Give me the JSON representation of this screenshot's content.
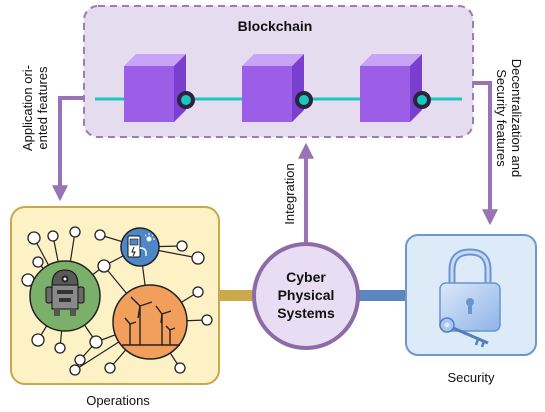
{
  "blockchain": {
    "title": "Blockchain",
    "blocks": [
      "block-1",
      "block-2",
      "block-3"
    ]
  },
  "arrows": {
    "application_line1": "Application ori-",
    "application_line2": "ented features",
    "decentral_line1": "Decentralization and",
    "decentral_line2": "Security features",
    "integration": "Integration"
  },
  "center": {
    "line1": "Cyber",
    "line2": "Physical",
    "line3": "Systems"
  },
  "operations": {
    "label": "Operations"
  },
  "security": {
    "label": "Security"
  },
  "colors": {
    "blockchain_fill": "#e6dcef",
    "blockchain_border": "#9b7db8",
    "arrow_purple": "#9a72b6",
    "cube_purple": "#9c5ee6",
    "chain_teal": "#18c8c0",
    "operations_fill": "#fdf1c6",
    "operations_border": "#c8a84a",
    "security_fill": "#ddeaf8",
    "security_border": "#6a98cf",
    "cps_fill": "#e9ddf3",
    "cps_border": "#8d6aa8",
    "connector_gold": "#c9a949",
    "connector_blue": "#5b87bf"
  },
  "icons": [
    "robot-icon",
    "ev-charger-icon",
    "wind-turbine-icon",
    "padlock-icon",
    "key-icon"
  ]
}
